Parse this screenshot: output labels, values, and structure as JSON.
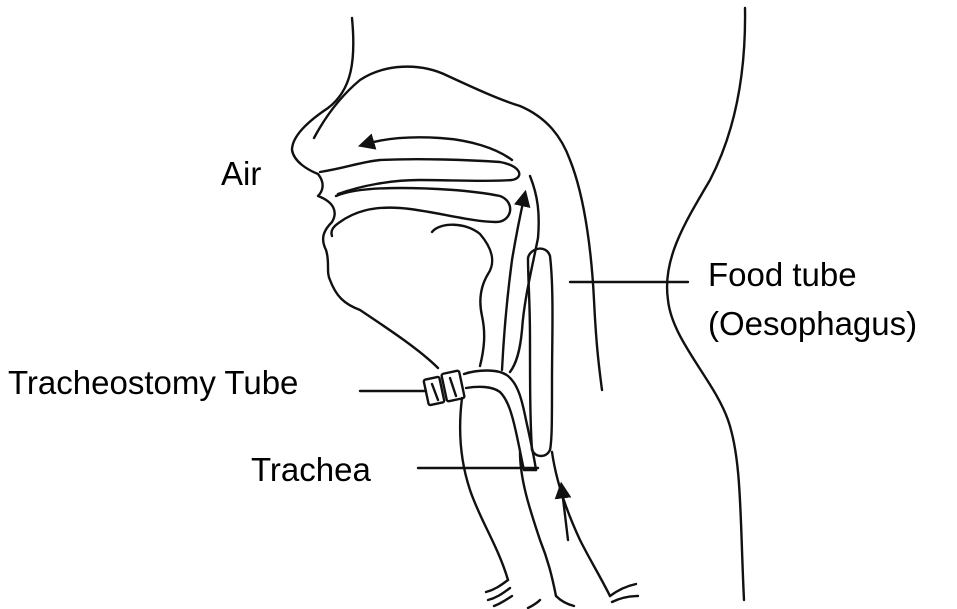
{
  "labels": {
    "air": "Air",
    "food_tube_line1": "Food tube",
    "food_tube_line2": "(Oesophagus)",
    "tracheostomy_tube": "Tracheostomy Tube",
    "trachea": "Trachea"
  },
  "colors": {
    "line": "#111111",
    "text": "#000000",
    "background": "#ffffff"
  }
}
